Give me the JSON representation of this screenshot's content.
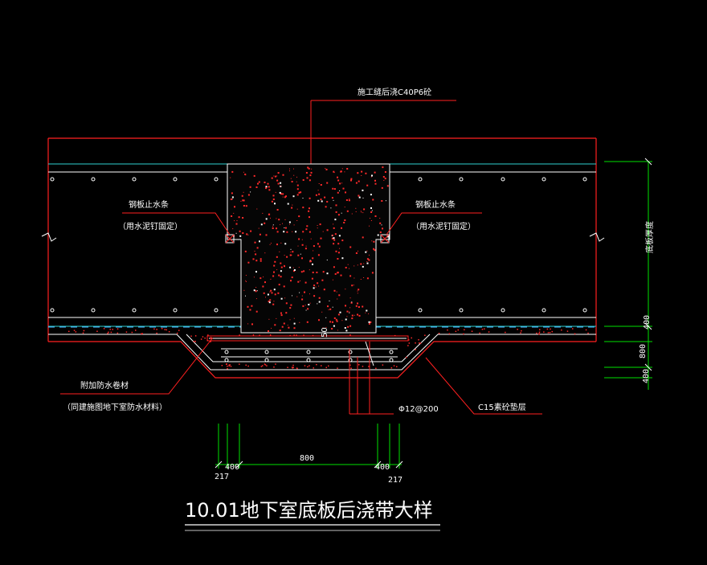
{
  "labels": {
    "top_note": "施工缝后浇C40P6砼",
    "left_stop": "钢板止水条",
    "left_stop_sub": "（用水泥钉固定）",
    "right_stop": "钢板止水条",
    "right_stop_sub": "（用水泥钉固定）",
    "right_vertical": "底板厚度",
    "waterproof": "附加防水卷材",
    "waterproof_sub": "（同建施图地下室防水材料）",
    "rebar": "Φ12@200",
    "cushion": "C15素砼垫层",
    "dim_50": "50"
  },
  "dims_right": {
    "d1": "400",
    "d2": "800",
    "d3": "400"
  },
  "dims_bottom": {
    "left_217": "217",
    "left_400": "400",
    "mid_800": "800",
    "right_400": "400",
    "right_217": "217"
  },
  "title": "10.01地下室底板后浇带大样",
  "colors": {
    "red": "#ff2020",
    "white": "#ffffff",
    "cyan": "#2fd0d0",
    "green": "#00e000",
    "dash": "#4fb0ff"
  }
}
